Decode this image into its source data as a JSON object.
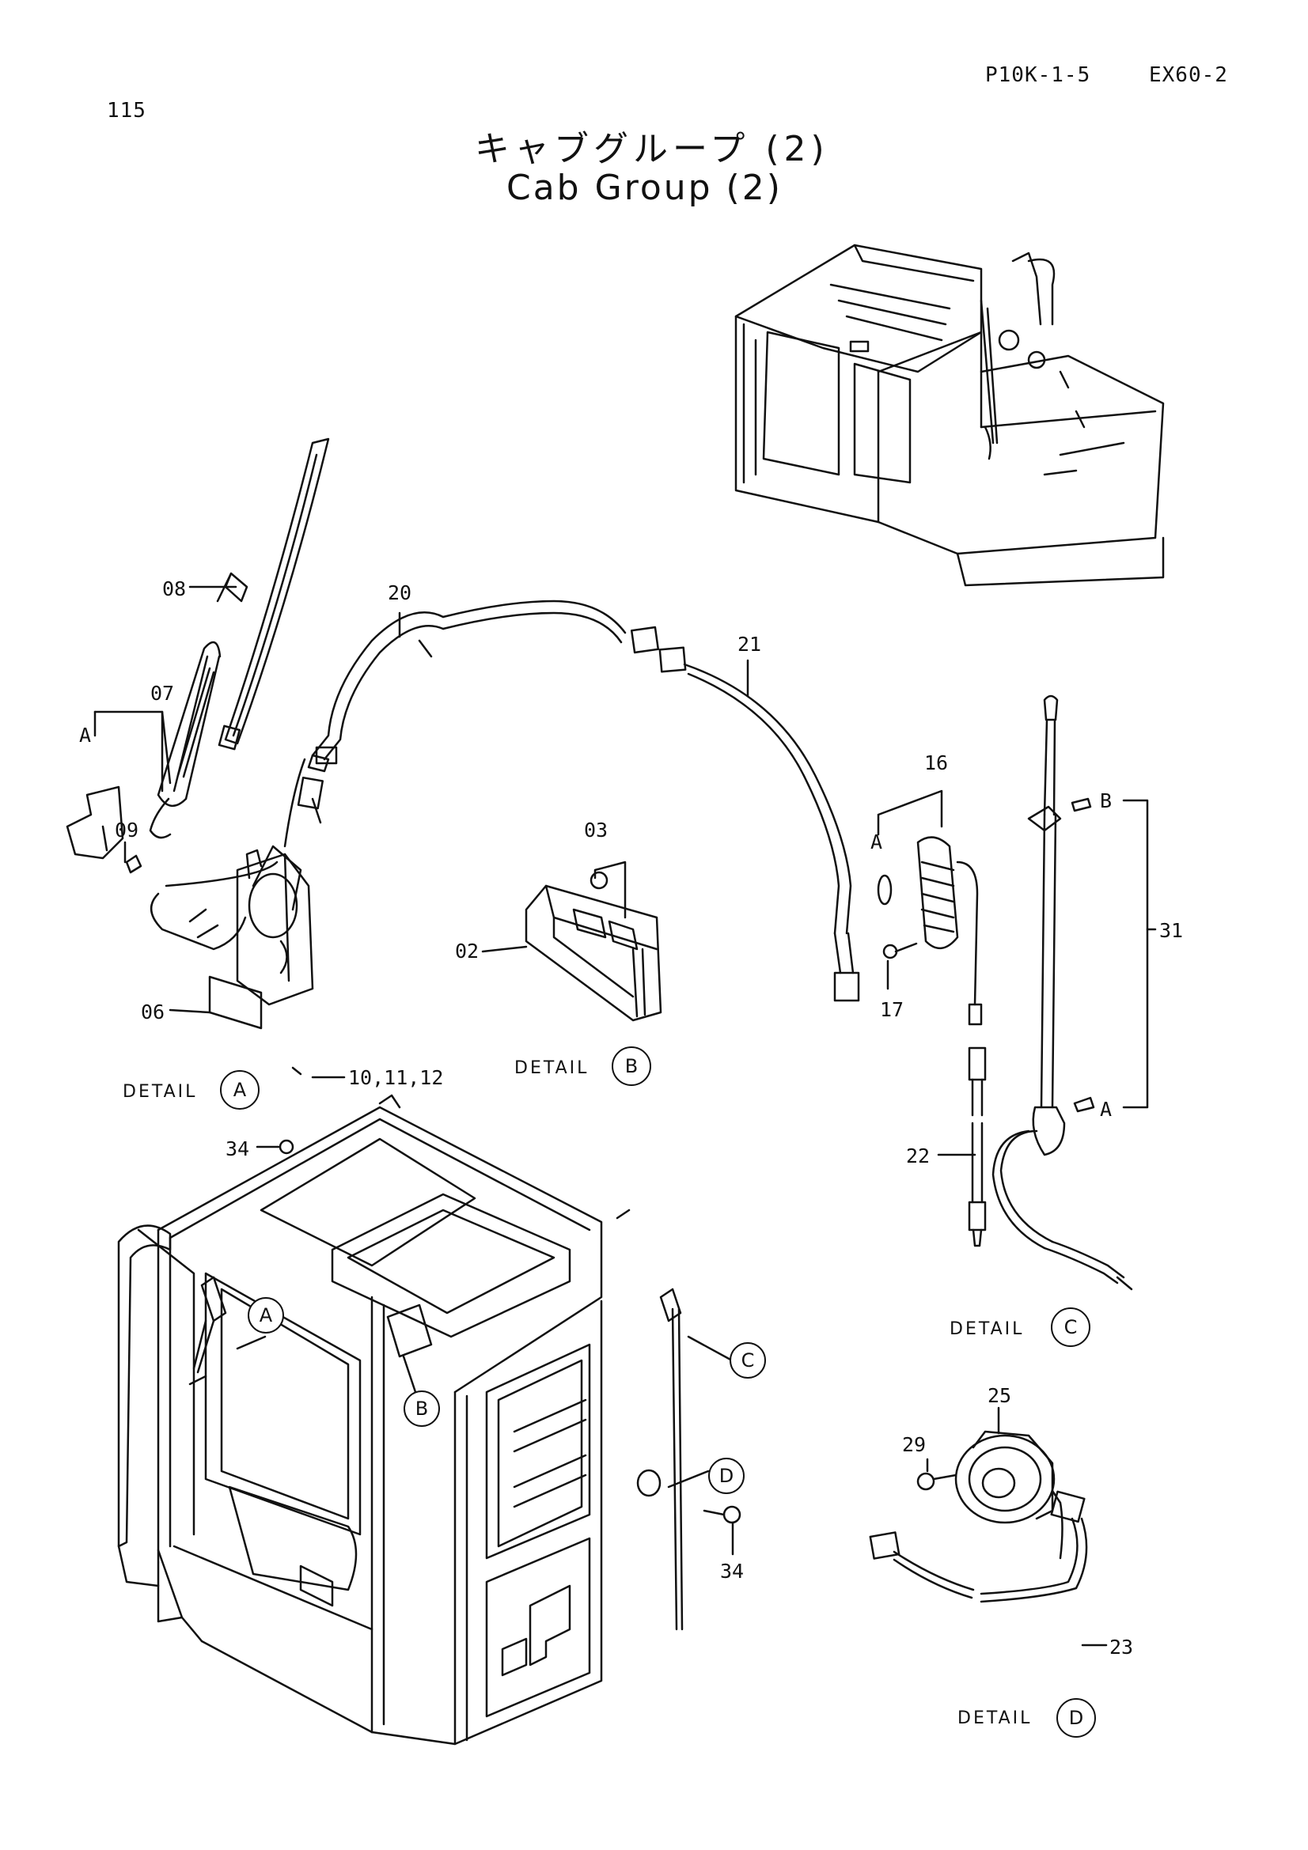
{
  "header": {
    "page_number": "115",
    "doc_code": "P10K-1-5",
    "model": "EX60-2"
  },
  "title": {
    "japanese": "キャブグループ (2)",
    "english": "Cab Group (2)"
  },
  "details": {
    "label": "DETAIL",
    "a": "A",
    "b": "B",
    "c": "C",
    "d": "D"
  },
  "callouts": {
    "p02": "02",
    "p03": "03",
    "p06": "06",
    "p07": "07",
    "p08": "08",
    "p09": "09",
    "p10_12": "10,11,12",
    "p16": "16",
    "p17": "17",
    "p20": "20",
    "p21": "21",
    "p22": "22",
    "p23": "23",
    "p25": "25",
    "p29": "29",
    "p31": "31",
    "p34a": "34",
    "p34b": "34",
    "ref_a1": "A",
    "ref_a2": "A",
    "ref_a3": "A",
    "ref_b": "B"
  }
}
